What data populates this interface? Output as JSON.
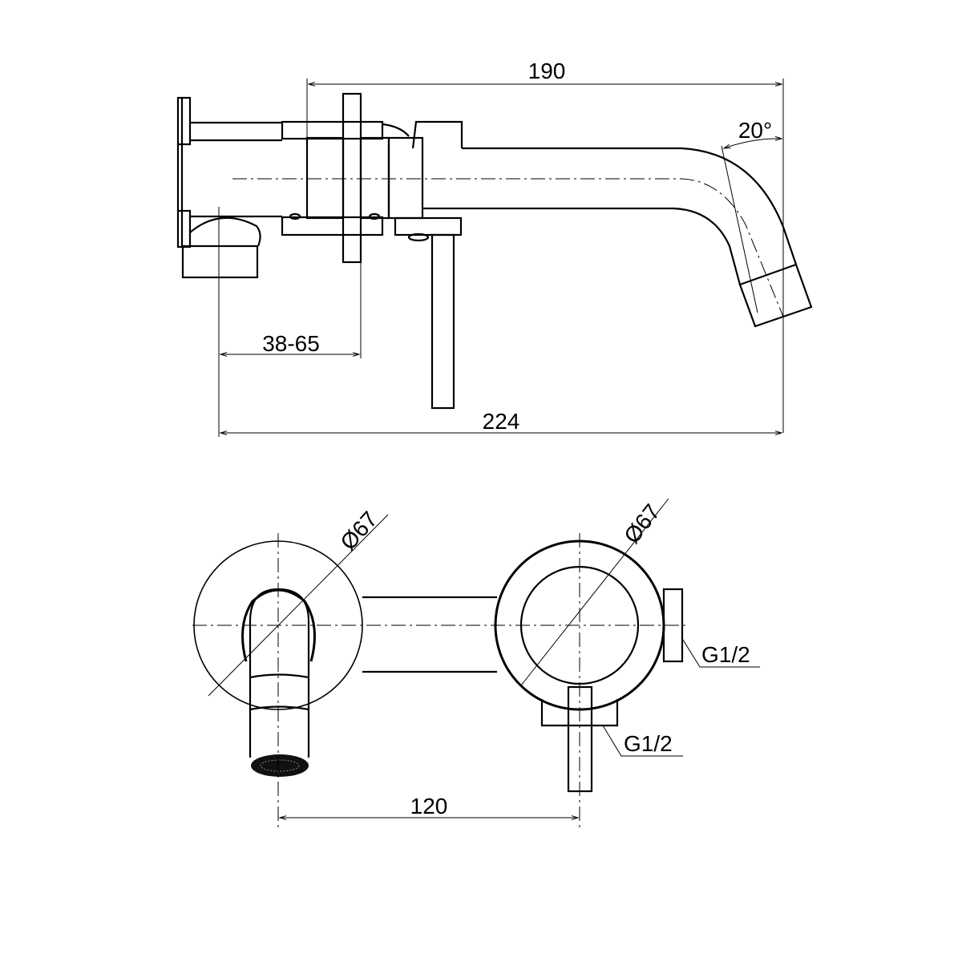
{
  "side_view": {
    "dim_top_length": "190",
    "dim_wall_depth": "38-65",
    "dim_total_length": "224",
    "spout_angle": "20°"
  },
  "front_view": {
    "diameter_spout_plate": "Ø67",
    "diameter_mixer_plate": "Ø67",
    "connection_side": "G1/2",
    "connection_bottom": "G1/2",
    "dim_center_distance": "120"
  }
}
